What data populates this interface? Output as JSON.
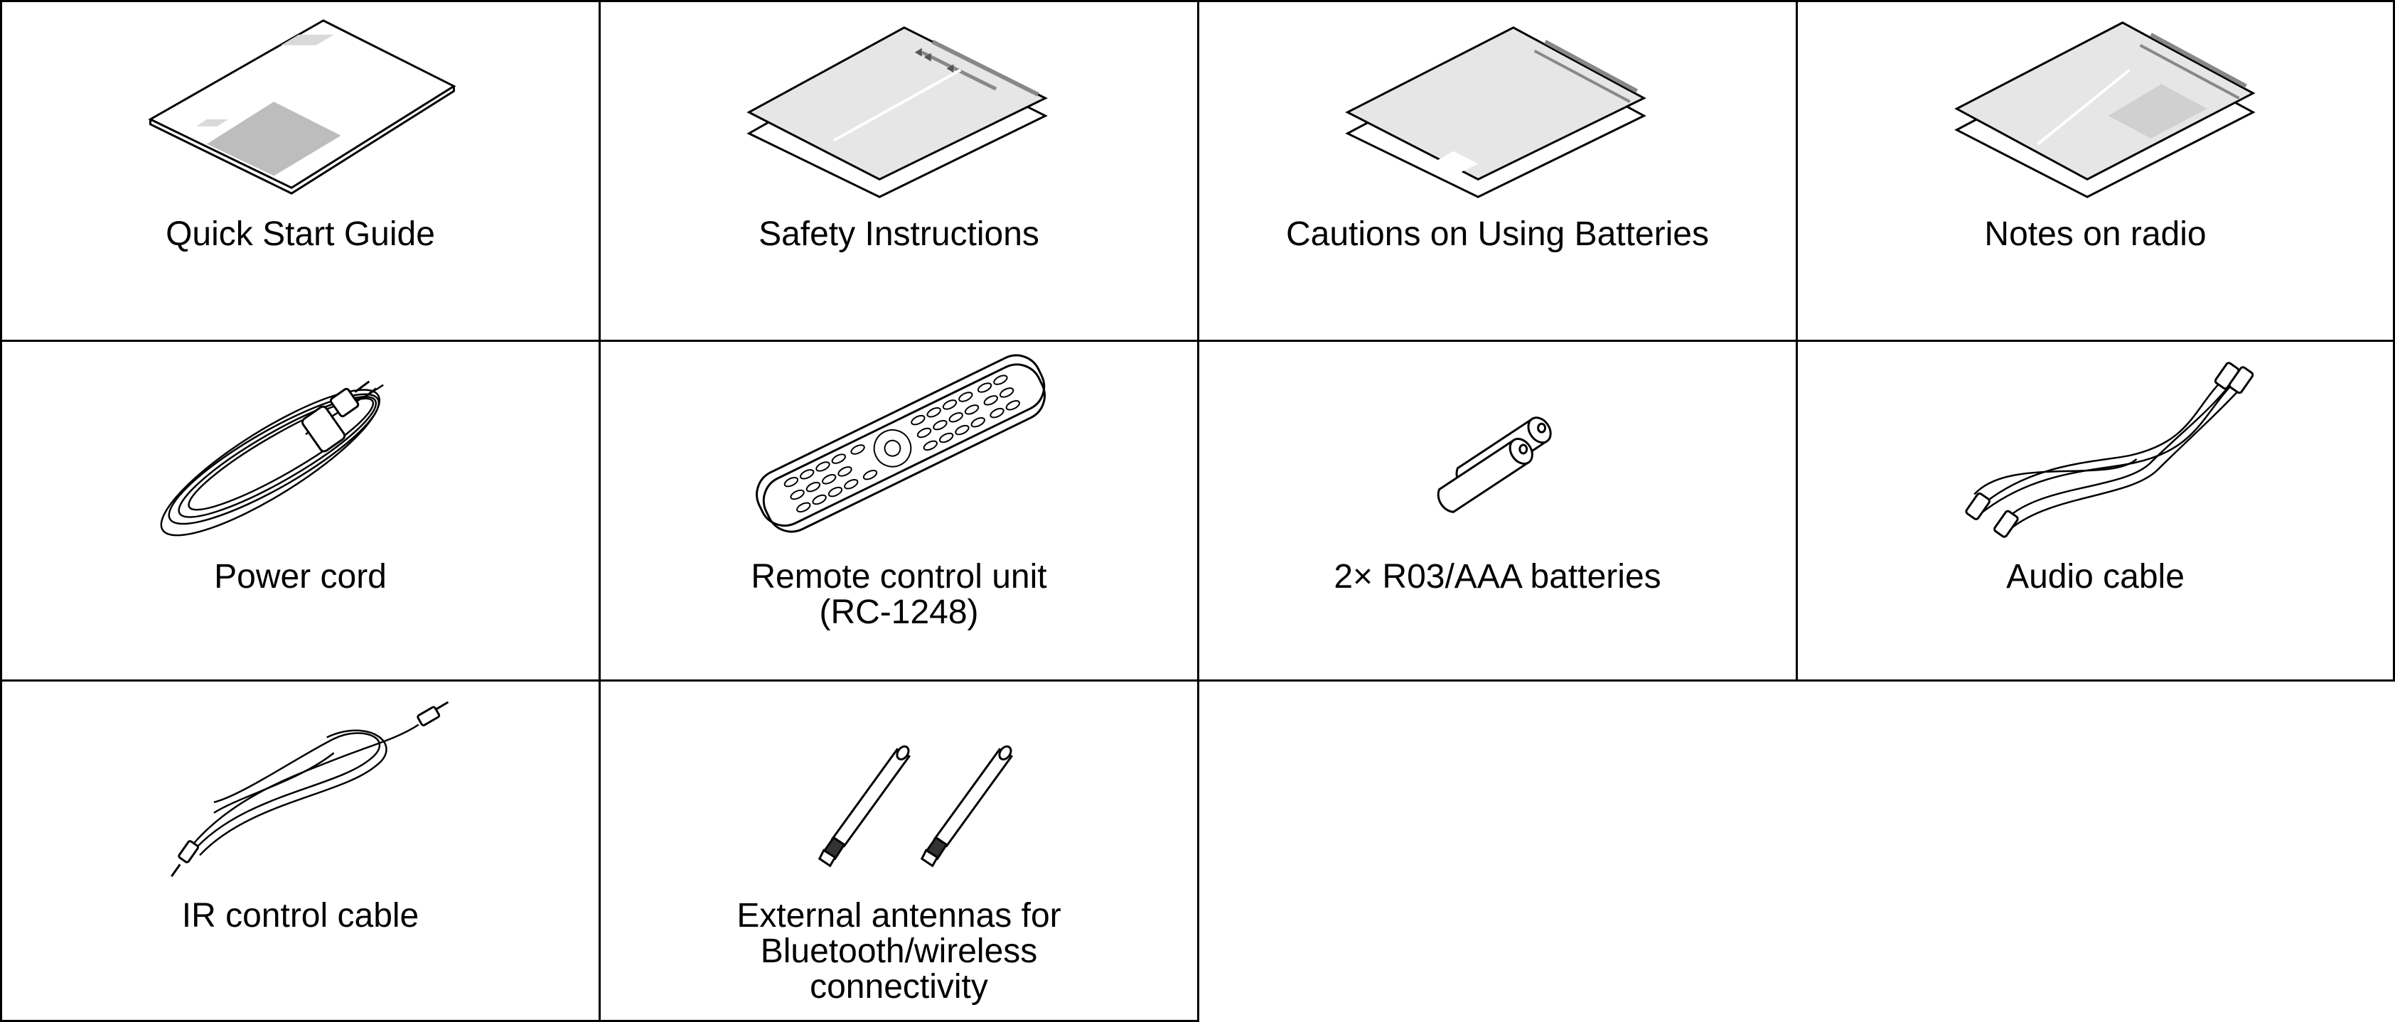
{
  "items": [
    {
      "lines": [
        "Quick Start Guide"
      ],
      "icon": "quick-start-guide-icon"
    },
    {
      "lines": [
        "Safety Instructions"
      ],
      "icon": "safety-instructions-icon"
    },
    {
      "lines": [
        "Cautions on Using Batteries"
      ],
      "icon": "battery-cautions-icon"
    },
    {
      "lines": [
        "Notes on radio"
      ],
      "icon": "radio-notes-icon"
    },
    {
      "lines": [
        "Power cord"
      ],
      "icon": "power-cord-icon"
    },
    {
      "lines": [
        "Remote control unit",
        "(RC-1248)"
      ],
      "icon": "remote-control-icon"
    },
    {
      "lines": [
        "2× R03/AAA batteries"
      ],
      "icon": "batteries-icon"
    },
    {
      "lines": [
        "Audio cable"
      ],
      "icon": "audio-cable-icon"
    },
    {
      "lines": [
        "IR control cable"
      ],
      "icon": "ir-control-cable-icon"
    },
    {
      "lines": [
        "External antennas for",
        "Bluetooth/wireless",
        "connectivity"
      ],
      "icon": "antennas-icon"
    }
  ]
}
